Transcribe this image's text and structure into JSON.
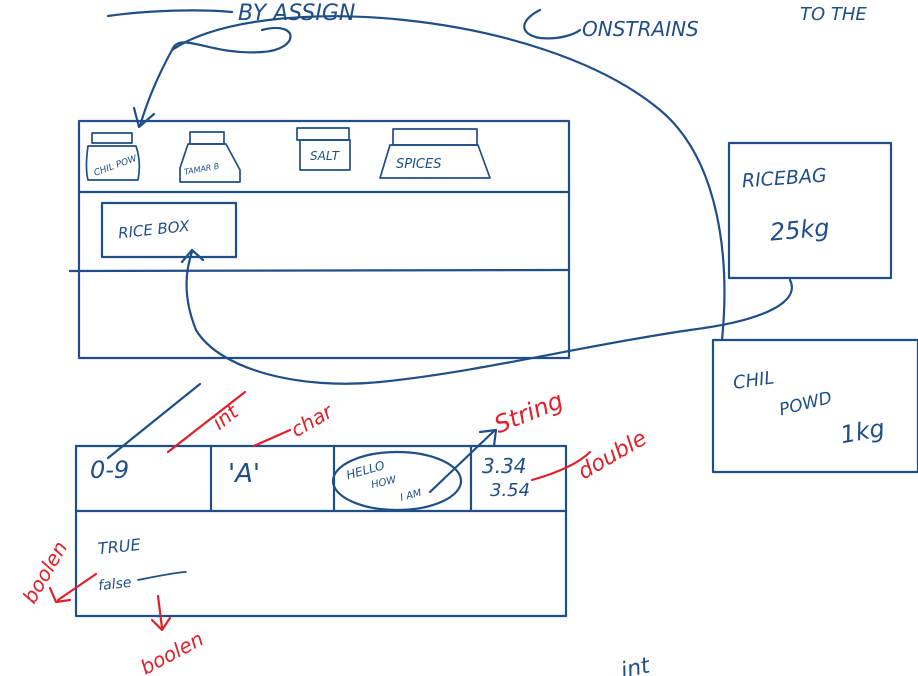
{
  "top_text": {
    "left": "BY ASSIGN",
    "right": "ONSTRAINS",
    "far_right": "TO THE"
  },
  "shelf": {
    "items": [
      "CHIL POW",
      "TAMAR B",
      "SALT",
      "SPICES"
    ],
    "rice_box": "RICE BOX"
  },
  "rice_bag": {
    "name": "RICEBAG",
    "weight": "25kg"
  },
  "chili_powder": {
    "line1": "CHIL",
    "line2": "POWD",
    "weight": "1kg"
  },
  "data_box": {
    "int_value": "0-9",
    "char_value": "'A'",
    "string_value_line1": "HELLO",
    "string_value_line2": "HOW",
    "string_value_line3": "I AM",
    "double_value1": "3.34",
    "double_value2": "3.54",
    "bool_true": "TRUE",
    "bool_false": "false"
  },
  "red_labels": {
    "int": "int",
    "char": "char",
    "string": "String",
    "double": "double",
    "boolean": "boolen",
    "boolean2": "boolen"
  },
  "bottom_note": "int",
  "colors": {
    "blue_ink": "#1f4f86",
    "red_ink": "#e0202a"
  }
}
